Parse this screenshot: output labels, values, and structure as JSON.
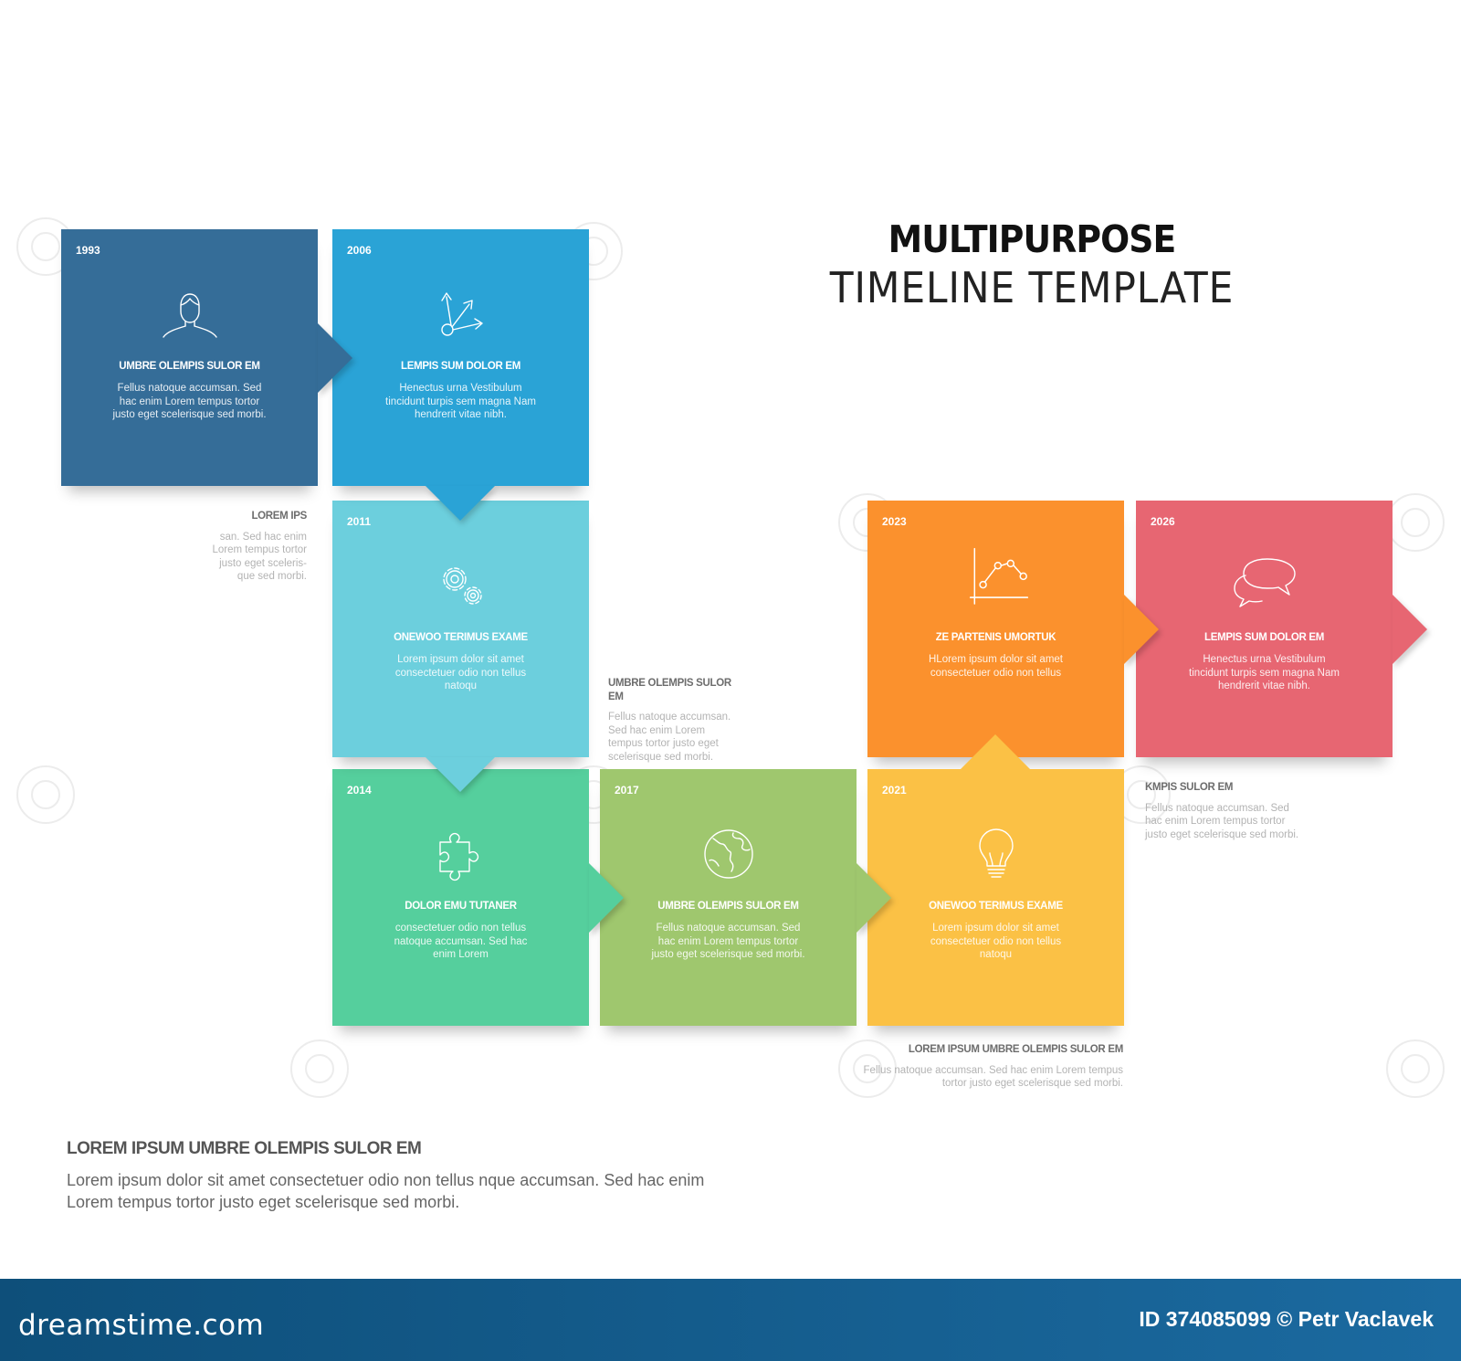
{
  "header": {
    "title_line1": "MULTIPURPOSE",
    "title_line2": "TIMELINE TEMPLATE"
  },
  "steps": [
    {
      "year": "1993",
      "title": "UMBRE OLEMPIS SULOR EM",
      "text": "Fellus natoque accumsan. Sed hac enim Lorem tempus tortor justo eget scelerisque sed morbi.",
      "icon": "person-icon",
      "color": "#356d98"
    },
    {
      "year": "2006",
      "title": "LEMPIS SUM DOLOR EM",
      "text": "Henectus urna Vestibulum tincidunt turpis sem magna Nam hendrerit vitae nibh.",
      "icon": "arrows-split-icon",
      "color": "#2aa3d6"
    },
    {
      "year": "2011",
      "title": "ONEWOO TERIMUS EXAME",
      "text": "Lorem ipsum dolor sit amet consectetuer odio non tellus natoqu",
      "icon": "gears-icon",
      "color": "#6ccfdd"
    },
    {
      "year": "2014",
      "title": "DOLOR EMU TUTANER",
      "text": "consectetuer odio non tellus natoque accumsan. Sed hac enim Lorem",
      "icon": "puzzle-icon",
      "color": "#55cf9d"
    },
    {
      "year": "2017",
      "title": "UMBRE OLEMPIS SULOR EM",
      "text": "Fellus natoque accumsan. Sed hac enim Lorem tempus tortor justo eget scelerisque sed morbi.",
      "icon": "globe-icon",
      "color": "#9fc76e"
    },
    {
      "year": "2021",
      "title": "ONEWOO TERIMUS EXAME",
      "text": "Lorem ipsum dolor sit amet consectetuer odio non tellus natoqu",
      "icon": "lightbulb-icon",
      "color": "#fbc145"
    },
    {
      "year": "2023",
      "title": "ZE PARTENIS UMORTUK",
      "text": "HLorem ipsum dolor sit amet consectetuer odio non tellus",
      "icon": "line-chart-icon",
      "color": "#fb912d"
    },
    {
      "year": "2026",
      "title": "LEMPIS SUM DOLOR EM",
      "text": "Henectus urna Vestibulum tincidunt turpis sem magna Nam hendrerit vitae nibh.",
      "icon": "speech-bubbles-icon",
      "color": "#e76672"
    }
  ],
  "side_notes": [
    {
      "title": "LOREM IPS",
      "text": "san. Sed hac enim Lorem tempus tortor justo eget sceleris- que sed morbi."
    },
    {
      "title": "UMBRE OLEMPIS SULOR EM",
      "text": "Fellus natoque accumsan. Sed hac enim Lorem tempus tortor justo eget scelerisque sed morbi."
    },
    {
      "title": "LOREM IPSUM UMBRE OLEMPIS SULOR EM",
      "text": "Fellus natoque accumsan. Sed hac enim Lorem tempus tortor justo eget scelerisque sed morbi."
    },
    {
      "title": "KMPIS SULOR EM",
      "text": "Fellus natoque accumsan. Sed hac enim Lorem tempus tortor justo eget scelerisque sed morbi."
    }
  ],
  "bottom": {
    "title": "LOREM IPSUM UMBRE OLEMPIS SULOR EM",
    "text": "Lorem ipsum dolor sit amet consectetuer odio non tellus nque accumsan. Sed hac enim Lorem tempus tortor justo eget scelerisque sed morbi."
  },
  "footer": {
    "logo": "dreamstime.com",
    "id_text": "ID 374085099 © Petr Vaclavek"
  }
}
